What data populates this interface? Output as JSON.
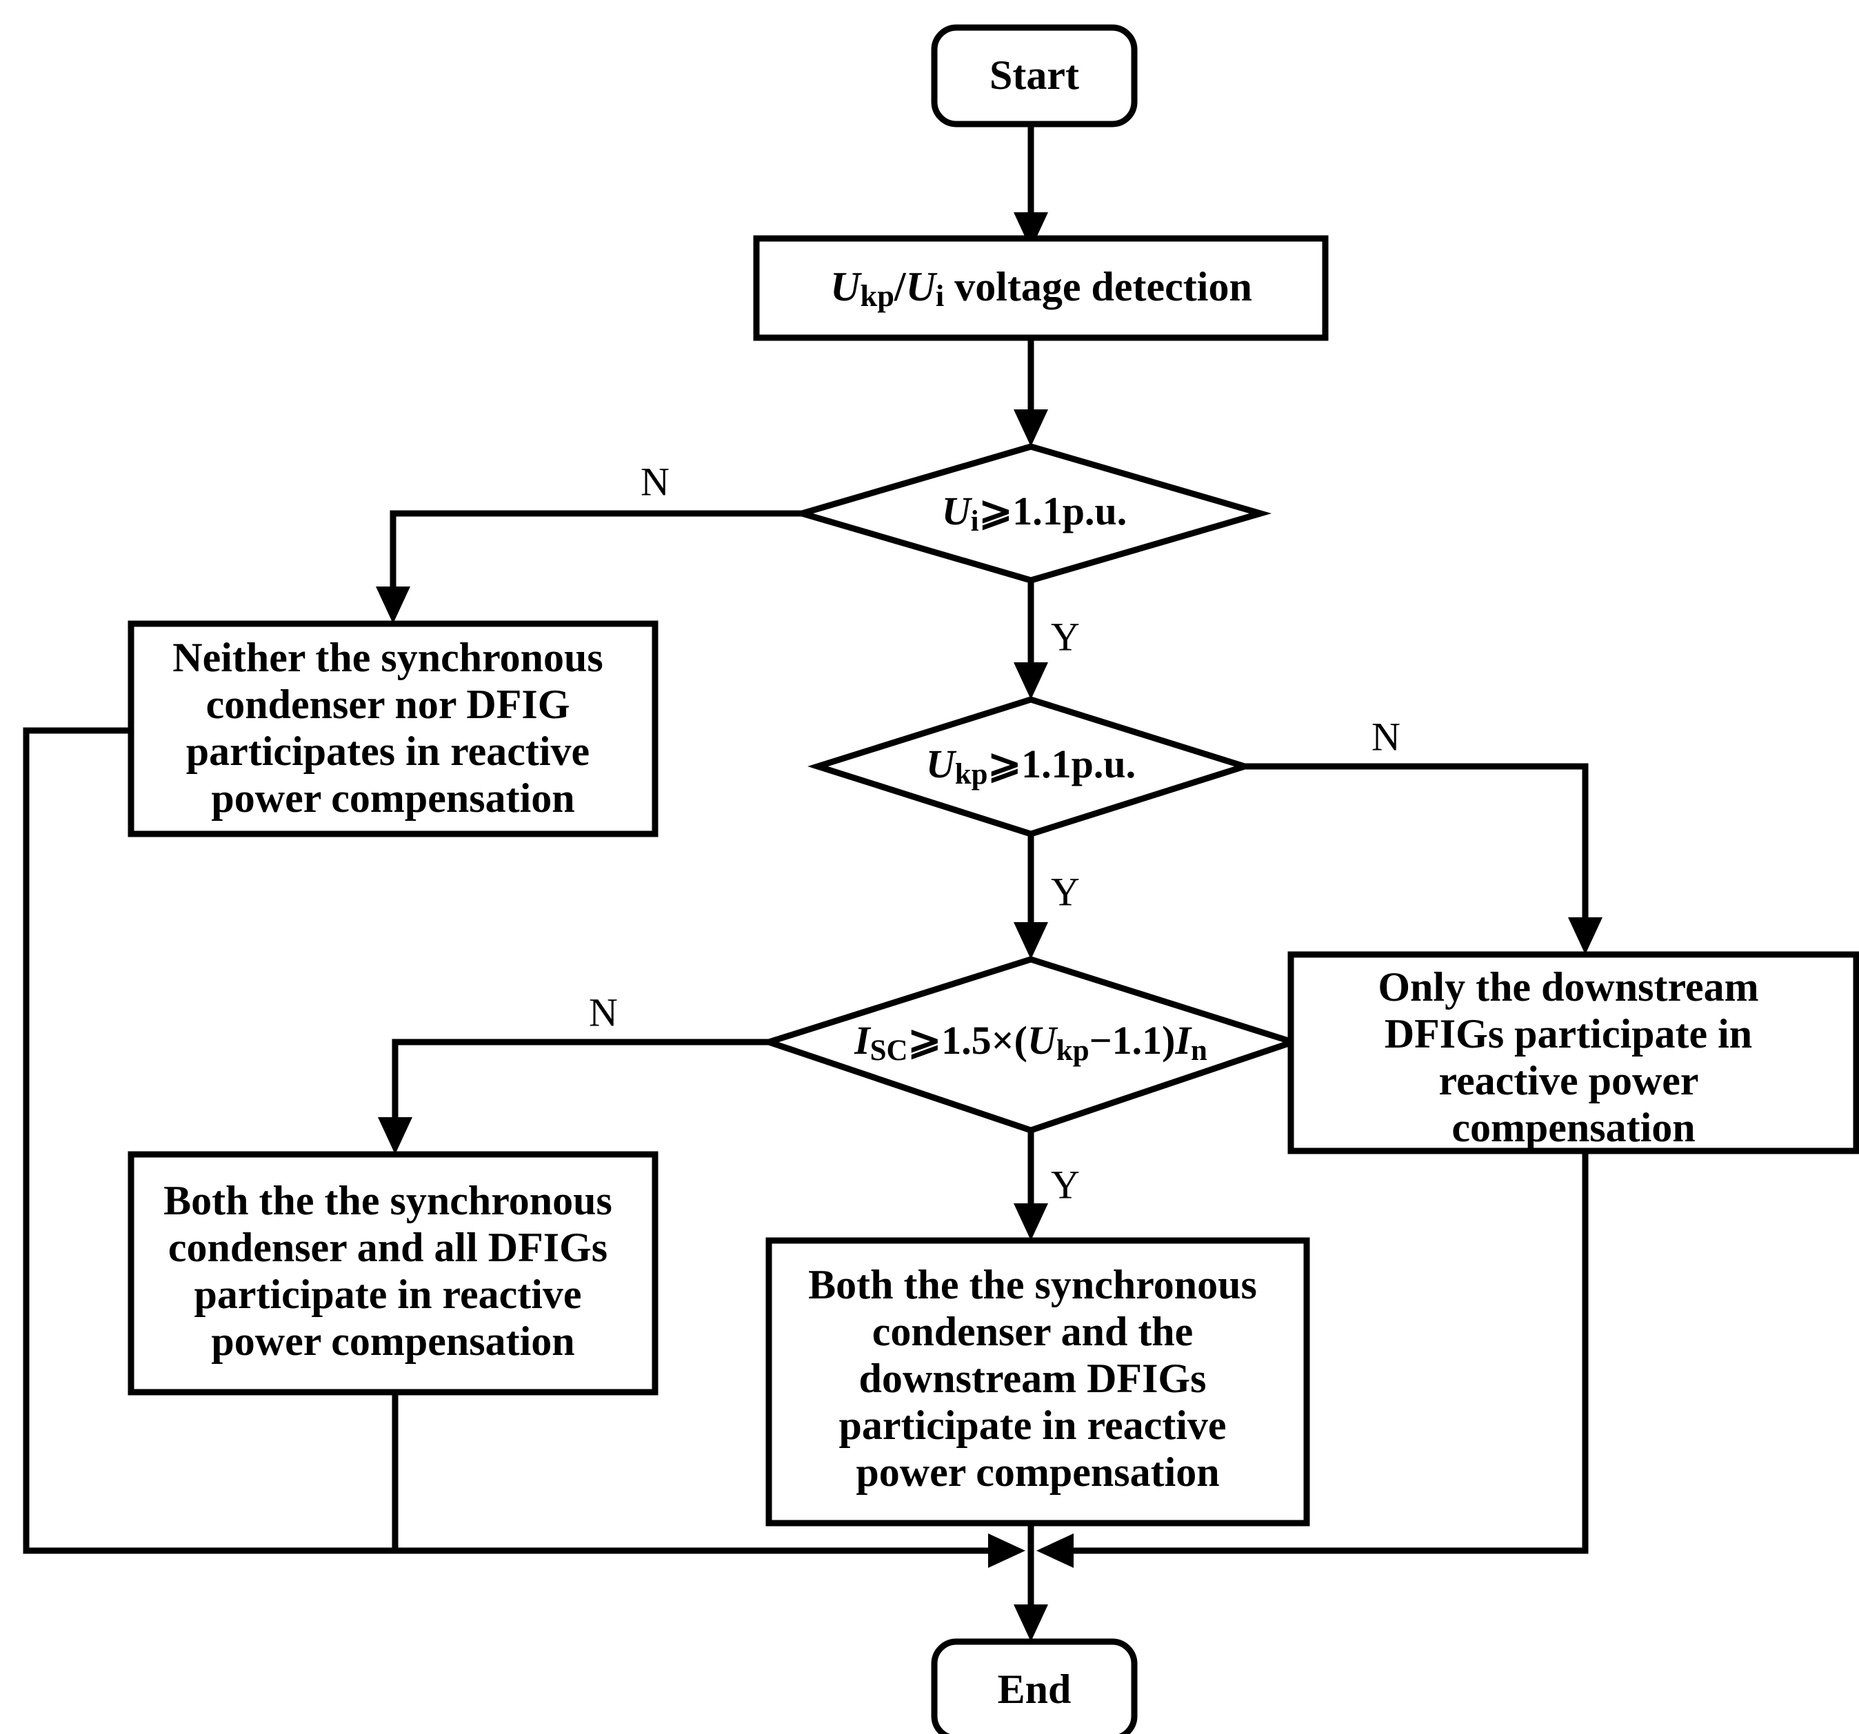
{
  "diagram": {
    "title": "Reactive power compensation coordination flowchart",
    "type": "flowchart",
    "stroke_color": "#000000",
    "fill_color": "#ffffff"
  },
  "nodes": {
    "start": {
      "label": "Start",
      "shape": "terminal"
    },
    "detection": {
      "shape": "process",
      "parts": {
        "var1": "U",
        "sub1": "kp",
        "slash": "/",
        "var2": "U",
        "sub2": "i",
        "rest": " voltage detection"
      }
    },
    "decision_ui": {
      "shape": "decision",
      "parts": {
        "var": "U",
        "sub": "i",
        "rest": "⩾1.1p.u."
      }
    },
    "decision_ukp": {
      "shape": "decision",
      "parts": {
        "var": "U",
        "sub": "kp",
        "rest": "⩾1.1p.u."
      }
    },
    "decision_isc": {
      "shape": "decision",
      "parts": {
        "var1": "I",
        "sub1": "SC",
        "mid": "⩾1.5×(",
        "var2": "U",
        "sub2": "kp",
        "minus": "−1.1)",
        "var3": "I",
        "sub3": "n"
      }
    },
    "box_neither": {
      "shape": "process",
      "lines": [
        "Neither the synchronous",
        "condenser nor DFIG",
        "participates in reactive",
        "power compensation"
      ]
    },
    "box_only_downstream": {
      "shape": "process",
      "lines": [
        "Only the downstream",
        "DFIGs participate in",
        "reactive power",
        "compensation"
      ]
    },
    "box_all_dfigs": {
      "shape": "process",
      "lines": [
        "Both the the synchronous",
        "condenser and all DFIGs",
        "participate in reactive",
        "power compensation"
      ]
    },
    "box_downstream_dfigs": {
      "shape": "process",
      "lines": [
        "Both the the synchronous",
        "condenser and the",
        "downstream DFIGs",
        "participate in reactive",
        "power compensation"
      ]
    },
    "end": {
      "label": "End",
      "shape": "terminal"
    }
  },
  "branch_labels": {
    "ui_no": "N",
    "ui_yes": "Y",
    "ukp_no": "N",
    "ukp_yes": "Y",
    "isc_no": "N",
    "isc_yes": "Y"
  }
}
